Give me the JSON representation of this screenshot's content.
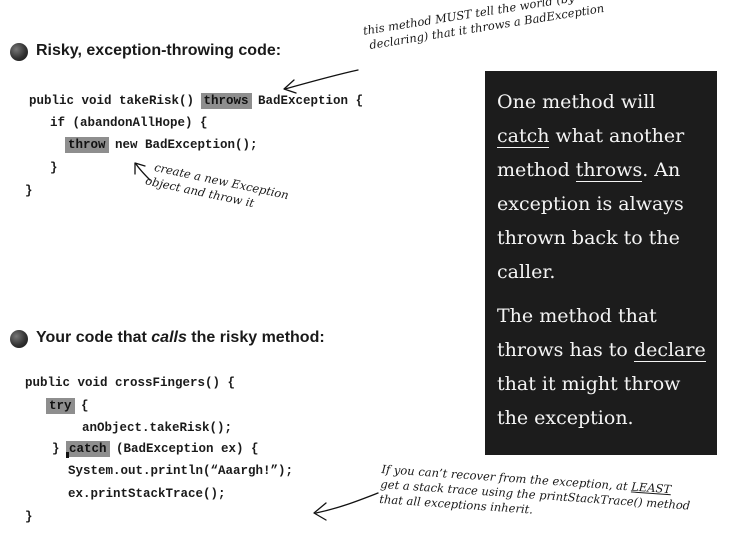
{
  "sections": {
    "risky": {
      "heading": "Risky, exception-throwing code:"
    },
    "calls": {
      "heading_before": "Your code that ",
      "heading_em": "calls",
      "heading_after": " the risky method:"
    }
  },
  "risky_code": {
    "line1_pre": "public void takeRisk() ",
    "line1_kw": "throws",
    "line1_post": " BadException {",
    "line2": "if (abandonAllHope) {",
    "line3_kw": "throw",
    "line3_post": " new BadException();",
    "line4": "}",
    "line5": "}"
  },
  "call_code": {
    "line1": "public void crossFingers() {",
    "line2_kw": "try",
    "line2_post": " {",
    "line3": "anObject.takeRisk();",
    "line4_pre": "} ",
    "line4_kw": "catch",
    "line4_post": " (BadException ex) {",
    "line5": "System.out.println(“Aaargh!”);",
    "line6": "ex.printStackTrace();",
    "line7": "}"
  },
  "notes": {
    "throws_note_1": "this method MUST tell the world (by",
    "throws_note_2": "declaring) that it throws a BadException",
    "throw_note_1": "create a new Exception",
    "throw_note_2": "object and throw it",
    "catch_note_1_pre": "If you can’t recover from the exception, at ",
    "catch_note_1_em": "LEAST",
    "catch_note_2": "get a stack trace using the printStackTrace() method",
    "catch_note_3": "that all exceptions inherit."
  },
  "callout": {
    "p1_l1": "One method will",
    "p1_l2_u": "catch",
    "p1_l2_post": " what another",
    "p1_l3_pre": "method ",
    "p1_l3_u": "throws",
    "p1_l3_post": ". An",
    "p1_l4": "exception is always",
    "p1_l5": "thrown back to the",
    "p1_l6": "caller.",
    "p2_l1": "The method that",
    "p2_l2_pre": "throws has to ",
    "p2_l2_u": "declare",
    "p2_l3": "that it might throw",
    "p2_l4": "the exception."
  }
}
